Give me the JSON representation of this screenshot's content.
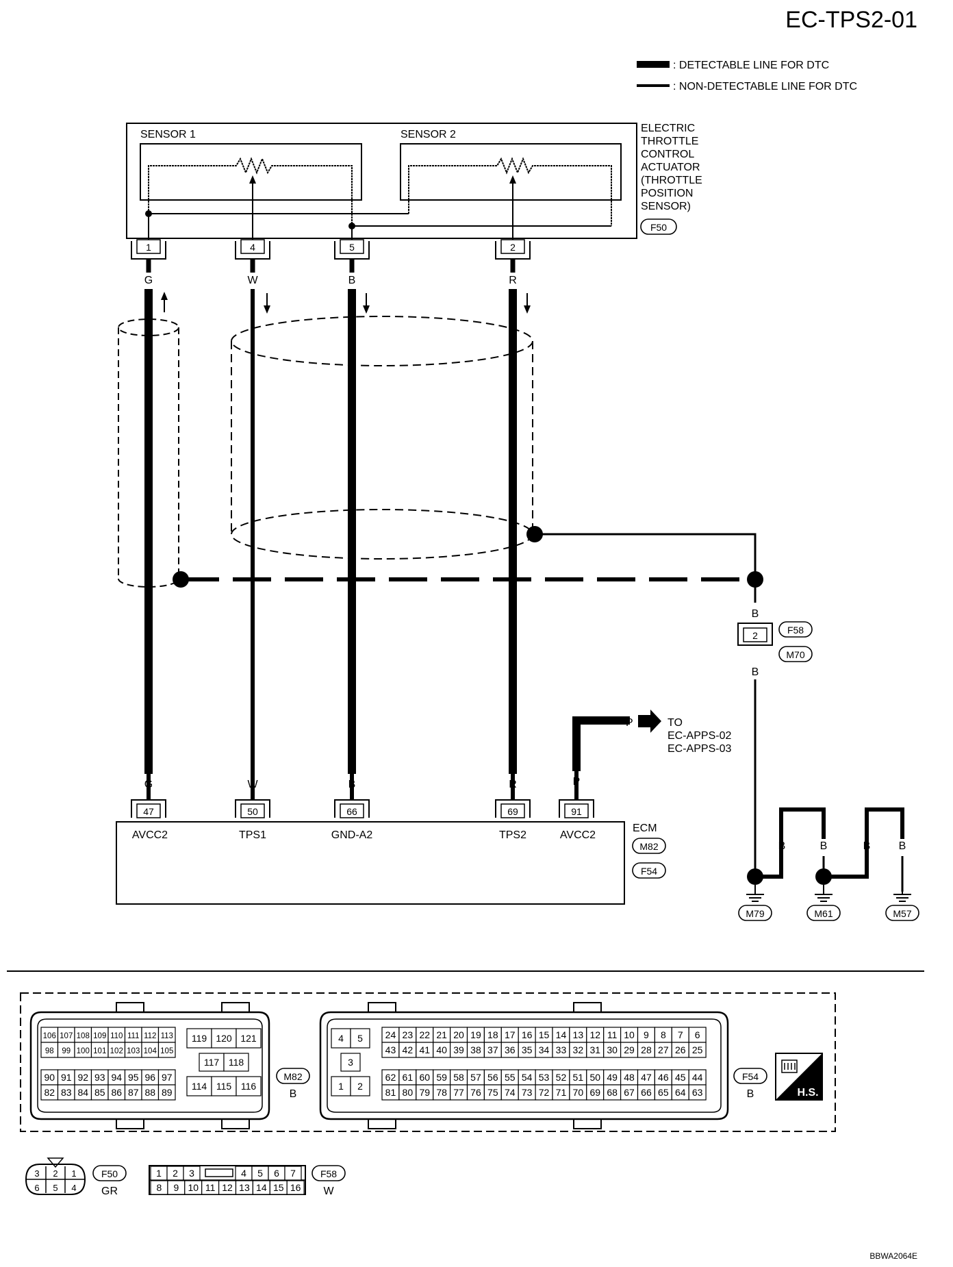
{
  "page_code": "EC-TPS2-01",
  "figure_code": "BBWA2064E",
  "legend": {
    "detectable": ": DETECTABLE LINE FOR DTC",
    "non_detectable": ": NON-DETECTABLE LINE FOR DTC"
  },
  "actuator": {
    "label_lines": [
      "ELECTRIC",
      "THROTTLE",
      "CONTROL",
      "ACTUATOR",
      "(THROTTLE",
      "POSITION",
      "SENSOR)"
    ],
    "connector": "F50",
    "sensor1": "SENSOR 1",
    "sensor2": "SENSOR 2",
    "terminals": [
      "1",
      "4",
      "5",
      "2"
    ]
  },
  "wires": [
    {
      "top_terminal": "1",
      "color": "G",
      "ecm_terminal": "47",
      "ecm_signal": "AVCC2"
    },
    {
      "top_terminal": "4",
      "color": "W",
      "ecm_terminal": "50",
      "ecm_signal": "TPS1"
    },
    {
      "top_terminal": "5",
      "color": "B",
      "ecm_terminal": "66",
      "ecm_signal": "GND-A2"
    },
    {
      "top_terminal": "2",
      "color": "R",
      "ecm_terminal": "69",
      "ecm_signal": "TPS2"
    }
  ],
  "avcc2_extra": {
    "ecm_terminal": "91",
    "ecm_signal": "AVCC2",
    "color": "P",
    "to_label": "TO",
    "destinations": [
      "EC-APPS-02",
      "EC-APPS-03"
    ]
  },
  "ecm": {
    "label": "ECM",
    "connectors": [
      "M82",
      "F54"
    ]
  },
  "shield_ground": {
    "wire_color": "B",
    "joint_connector_upper": "F58",
    "joint_connector_lower": "M70",
    "joint_pin": "2",
    "grounds": [
      "M79",
      "M61",
      "M57"
    ],
    "bus_colors": [
      "B",
      "B",
      "B",
      "B"
    ]
  },
  "connector_views": {
    "m82": {
      "name": "M82",
      "color": "B",
      "left_row1": [
        "106",
        "107",
        "108",
        "109",
        "110",
        "111",
        "112",
        "113"
      ],
      "left_row2": [
        "98",
        "99",
        "100",
        "101",
        "102",
        "103",
        "104",
        "105"
      ],
      "left_row3": [
        "90",
        "91",
        "92",
        "93",
        "94",
        "95",
        "96",
        "97"
      ],
      "left_row4": [
        "82",
        "83",
        "84",
        "85",
        "86",
        "87",
        "88",
        "89"
      ],
      "mid_top": [
        "119",
        "120",
        "121"
      ],
      "mid_mid": [
        "117",
        "118"
      ],
      "mid_bot": [
        "114",
        "115",
        "116"
      ]
    },
    "f54": {
      "name": "F54",
      "color": "B",
      "left_top": [
        "4",
        "5"
      ],
      "left_mid": [
        "3"
      ],
      "left_bot": [
        "1",
        "2"
      ],
      "row1": [
        "24",
        "23",
        "22",
        "21",
        "20",
        "19",
        "18",
        "17",
        "16",
        "15",
        "14",
        "13",
        "12",
        "11",
        "10",
        "9",
        "8",
        "7",
        "6"
      ],
      "row2": [
        "43",
        "42",
        "41",
        "40",
        "39",
        "38",
        "37",
        "36",
        "35",
        "34",
        "33",
        "32",
        "31",
        "30",
        "29",
        "28",
        "27",
        "26",
        "25"
      ],
      "row3": [
        "62",
        "61",
        "60",
        "59",
        "58",
        "57",
        "56",
        "55",
        "54",
        "53",
        "52",
        "51",
        "50",
        "49",
        "48",
        "47",
        "46",
        "45",
        "44"
      ],
      "row4": [
        "81",
        "80",
        "79",
        "78",
        "77",
        "76",
        "75",
        "74",
        "73",
        "72",
        "71",
        "70",
        "69",
        "68",
        "67",
        "66",
        "65",
        "64",
        "63"
      ]
    },
    "f50": {
      "name": "F50",
      "color": "GR",
      "top": [
        "3",
        "2",
        "1"
      ],
      "bottom": [
        "6",
        "5",
        "4"
      ]
    },
    "f58": {
      "name": "F58",
      "color": "W",
      "top_left": [
        "1",
        "2",
        "3"
      ],
      "top_right": [
        "4",
        "5",
        "6",
        "7"
      ],
      "bottom": [
        "8",
        "9",
        "10",
        "11",
        "12",
        "13",
        "14",
        "15",
        "16"
      ]
    },
    "hs_label": "H.S."
  }
}
